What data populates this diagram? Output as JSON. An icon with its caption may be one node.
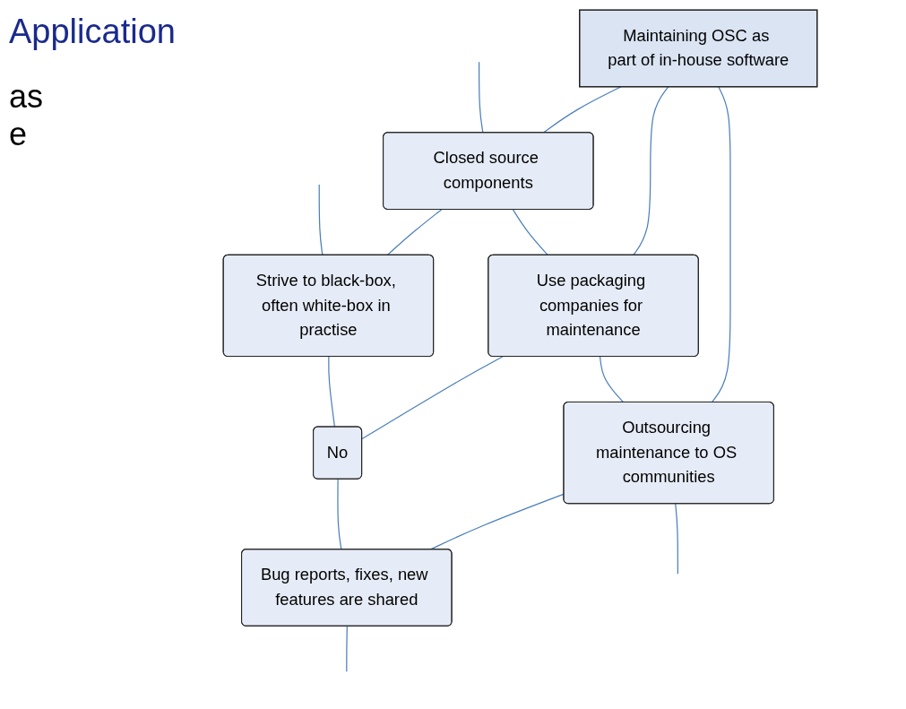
{
  "diagram": {
    "title": "Application",
    "nodes": [
      {
        "text": [
          "Maintaining OSC as part of in-house software"
        ]
      },
      {
        "text": [
          "Closed source components"
        ]
      },
      {
        "text": [
          "Use packaging companies for maintenance"
        ]
      },
      {
        "text": [
          "Outsourcing maintenance to OS communities"
        ]
      },
      {
        "text": [
          "Strive to black-box, often white-box in practise"
        ]
      },
      {
        "text": [
          "No"
        ]
      },
      {
        "text": [
          "Bug reports, fixes, new features are shared"
        ]
      }
    ],
    "edges": [
      {
        "from": 0,
        "to": 1,
        "arrow": "none"
      },
      {
        "from": 0,
        "to": 2,
        "arrow": "none"
      },
      {
        "from": 0,
        "to": 3,
        "arrow": "none"
      },
      {
        "from": null,
        "to": 1,
        "arrow": "none"
      },
      {
        "from": 1,
        "to": 2,
        "arrow": "none"
      },
      {
        "from": 2,
        "to": 3,
        "arrow": "none"
      },
      {
        "from": 3,
        "to": null,
        "arrow": "none"
      },
      {
        "from": 1,
        "to": 4,
        "arrow": "none"
      },
      {
        "from": 2,
        "to": 5,
        "arrow": "none"
      },
      {
        "from": 3,
        "to": 6,
        "arrow": "none"
      },
      {
        "from": null,
        "to": 4,
        "arrow": "none"
      },
      {
        "from": 4,
        "to": 5,
        "arrow": "none"
      },
      {
        "from": 5,
        "to": 6,
        "arrow": "none"
      },
      {
        "from": 6,
        "to": null,
        "arrow": "none"
      }
    ],
    "labels": [
      "as",
      "e"
    ]
  }
}
